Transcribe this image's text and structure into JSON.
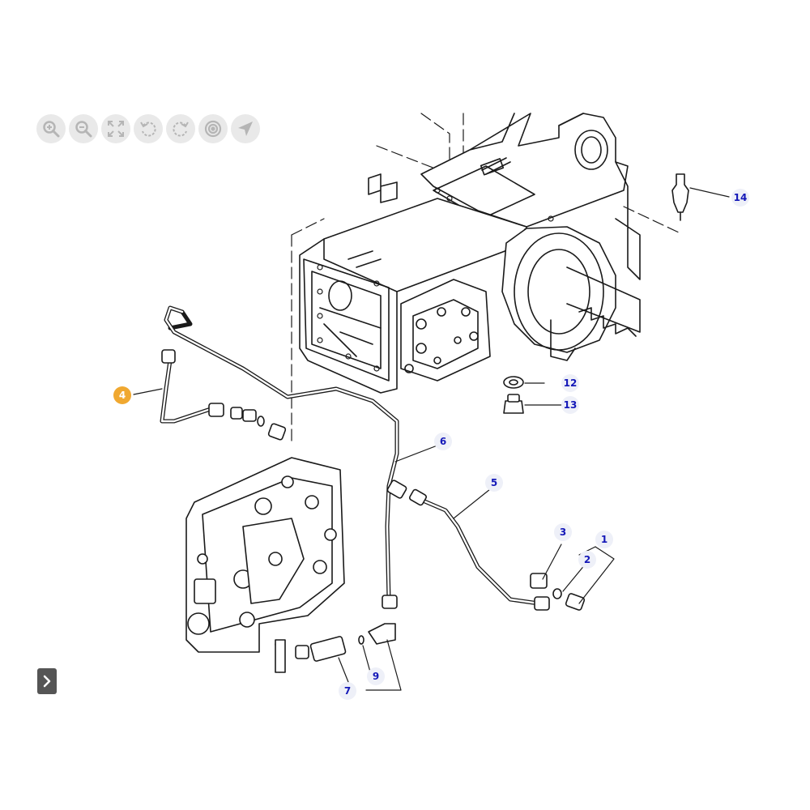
{
  "toolbar": {
    "buttons": [
      {
        "id": "zoom-in",
        "icon": "zoom-in-icon"
      },
      {
        "id": "zoom-out",
        "icon": "zoom-out-icon"
      },
      {
        "id": "fit",
        "icon": "fit-screen-icon"
      },
      {
        "id": "rotate-left",
        "icon": "rotate-left-icon"
      },
      {
        "id": "rotate-right",
        "icon": "rotate-right-icon"
      },
      {
        "id": "center",
        "icon": "target-icon"
      },
      {
        "id": "navigate",
        "icon": "navigate-arrow-icon"
      }
    ],
    "icon_color": "#b5b5b5"
  },
  "diagram": {
    "callouts": [
      "1",
      "2",
      "3",
      "4",
      "5",
      "6",
      "7",
      "9",
      "12",
      "13",
      "14"
    ],
    "highlighted_callout": "4",
    "highlight_color": "#f0a830",
    "callout_text_color": "#1418b8"
  },
  "sidebar_toggle": {
    "icon": "chevron-right-icon"
  }
}
